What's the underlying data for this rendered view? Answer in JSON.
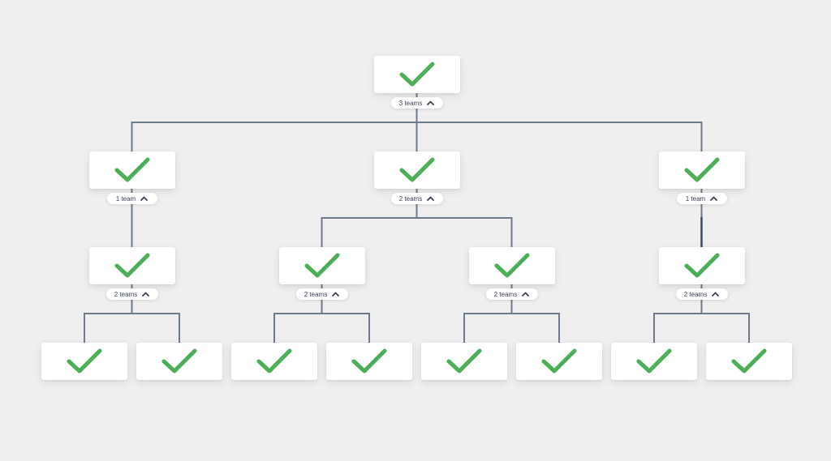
{
  "colors": {
    "background": "#efefef",
    "check": "#4caf58",
    "connector": "#6e7b8c",
    "connector_dark": "#3b4a63",
    "pill_text": "#3a4256"
  },
  "icons": {
    "node": "checkmark-icon",
    "toggle": "chevron-up-icon"
  },
  "org_chart": {
    "root": {
      "status": "approved",
      "toggle_label": "3 teams",
      "children": [
        {
          "status": "approved",
          "toggle_label": "1 team",
          "children": [
            {
              "status": "approved",
              "toggle_label": "2 teams",
              "children": [
                {
                  "status": "approved"
                },
                {
                  "status": "approved"
                }
              ]
            }
          ]
        },
        {
          "status": "approved",
          "toggle_label": "2 teams",
          "children": [
            {
              "status": "approved",
              "toggle_label": "2 teams",
              "children": [
                {
                  "status": "approved"
                },
                {
                  "status": "approved"
                }
              ]
            },
            {
              "status": "approved",
              "toggle_label": "2 teams",
              "children": [
                {
                  "status": "approved"
                },
                {
                  "status": "approved"
                }
              ]
            }
          ]
        },
        {
          "status": "approved",
          "toggle_label": "1 team",
          "children": [
            {
              "status": "approved",
              "toggle_label": "2 teams",
              "children": [
                {
                  "status": "approved"
                },
                {
                  "status": "approved"
                }
              ]
            }
          ]
        }
      ]
    }
  }
}
